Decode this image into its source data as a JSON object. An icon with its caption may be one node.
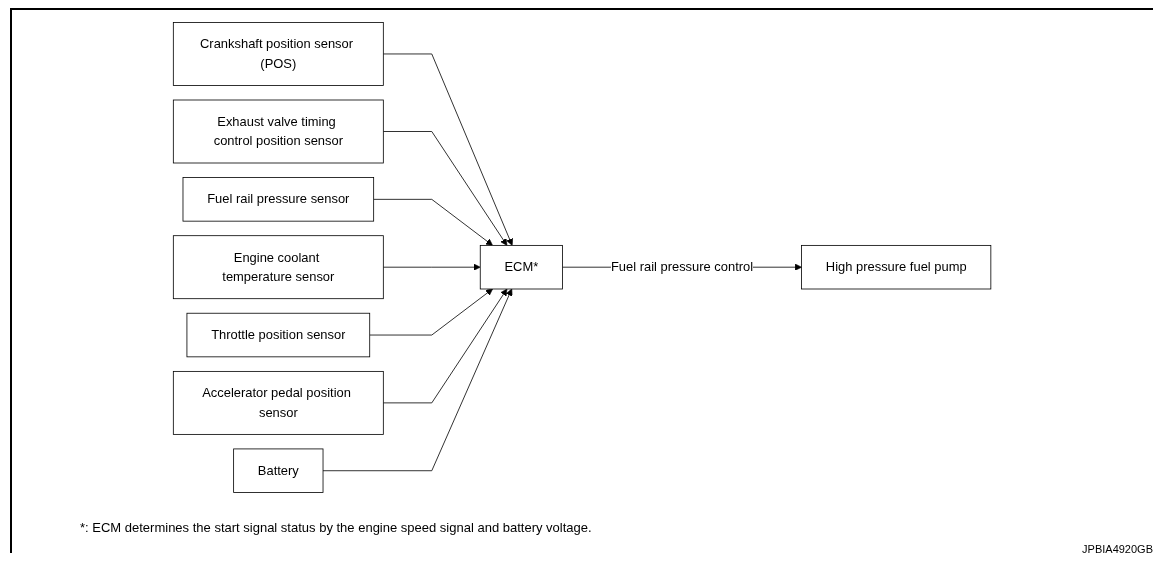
{
  "diagram": {
    "nodes": [
      {
        "text": [
          "Crankshaft position sensor (POS)"
        ]
      },
      {
        "text": [
          "Exhaust valve timing control position sensor"
        ]
      },
      {
        "text": [
          "Fuel rail pressure sensor"
        ]
      },
      {
        "text": [
          "Engine coolant temperature sensor"
        ]
      },
      {
        "text": [
          "Throttle position sensor"
        ]
      },
      {
        "text": [
          "Accelerator pedal position sensor"
        ]
      },
      {
        "text": [
          "Battery"
        ]
      },
      {
        "text": [
          "ECM*"
        ]
      },
      {
        "text": [
          "High pressure fuel pump"
        ]
      }
    ],
    "edges": [
      {
        "from": 0,
        "to": 7,
        "arrow": "to"
      },
      {
        "from": 1,
        "to": 7,
        "arrow": "to"
      },
      {
        "from": 2,
        "to": 7,
        "arrow": "to"
      },
      {
        "from": 3,
        "to": 7,
        "arrow": "to"
      },
      {
        "from": 4,
        "to": 7,
        "arrow": "to"
      },
      {
        "from": 5,
        "to": 7,
        "arrow": "to"
      },
      {
        "from": 6,
        "to": 7,
        "arrow": "to"
      },
      {
        "from": 7,
        "to": 8,
        "label": "Fuel rail pressure control",
        "arrow": "to"
      }
    ],
    "labels": [
      "*: ECM determines the start signal status by the engine speed signal and battery voltage.",
      "JPBIA4920GB"
    ]
  }
}
